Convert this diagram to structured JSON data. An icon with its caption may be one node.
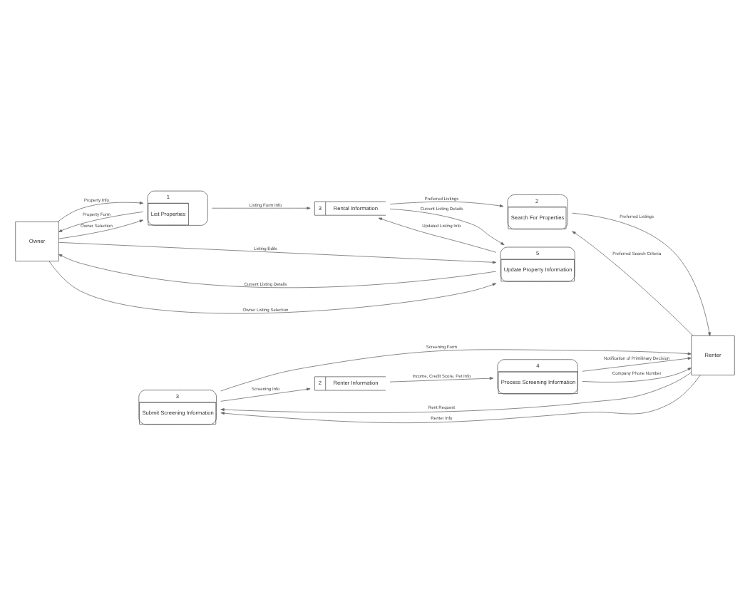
{
  "diagram": {
    "nodes": [
      {
        "text": [
          "1",
          "List Properties"
        ]
      },
      {
        "text": [
          "2",
          "Search For Properties"
        ]
      },
      {
        "text": [
          "3",
          "Submit Screening Information"
        ]
      },
      {
        "text": [
          "4",
          "Process Screening Information"
        ]
      },
      {
        "text": [
          "5",
          "Update Property Information"
        ]
      },
      {
        "text": [
          "Owner"
        ]
      },
      {
        "text": [
          "Renter"
        ]
      },
      {
        "text": [
          "3",
          "Rental Information"
        ]
      },
      {
        "text": [
          "2",
          "Renter Information"
        ]
      }
    ],
    "edges": [
      {
        "from": 5,
        "to": 0,
        "arrow": "to",
        "label": "Owner Selection"
      },
      {
        "from": 0,
        "to": 5,
        "arrow": "to",
        "label": "Property Form"
      },
      {
        "from": 5,
        "to": 0,
        "arrow": "to",
        "label": "Property Info"
      },
      {
        "from": 0,
        "to": 7,
        "arrow": "to",
        "label": "Listing Form Info"
      },
      {
        "from": 7,
        "to": 1,
        "arrow": "to",
        "label": "Preferred Listings"
      },
      {
        "from": 6,
        "to": 1,
        "arrow": "to",
        "label": "Preferred Search Criteria"
      },
      {
        "from": 1,
        "to": 6,
        "arrow": "to",
        "label": "Preferred Listings"
      },
      {
        "from": 6,
        "to": 2,
        "arrow": "to",
        "label": "Rent Request"
      },
      {
        "from": 2,
        "to": 6,
        "arrow": "to",
        "label": "Screening Form"
      },
      {
        "from": 6,
        "to": 2,
        "arrow": "to",
        "label": "Renter Info"
      },
      {
        "from": 2,
        "to": 8,
        "arrow": "to",
        "label": "Screening Info"
      },
      {
        "from": 8,
        "to": 3,
        "arrow": "to",
        "label": "Income, Credit Score, Pet Info"
      },
      {
        "from": 3,
        "to": 6,
        "arrow": "to",
        "label": "Notification of Primilinary Decision"
      },
      {
        "from": 3,
        "to": 6,
        "arrow": "to",
        "label": "Company Phone Number"
      },
      {
        "from": 4,
        "to": 7,
        "arrow": "to",
        "label": "Updated Listing Info"
      },
      {
        "from": 7,
        "to": 4,
        "arrow": "to",
        "label": "Current Listing Details"
      },
      {
        "from": 5,
        "to": 4,
        "arrow": "to",
        "label": "Owner Listing Selection"
      },
      {
        "from": 4,
        "to": 5,
        "arrow": "to",
        "label": "Current Listing Details"
      },
      {
        "from": 5,
        "to": 4,
        "arrow": "to",
        "label": "Listing Edits"
      }
    ]
  }
}
